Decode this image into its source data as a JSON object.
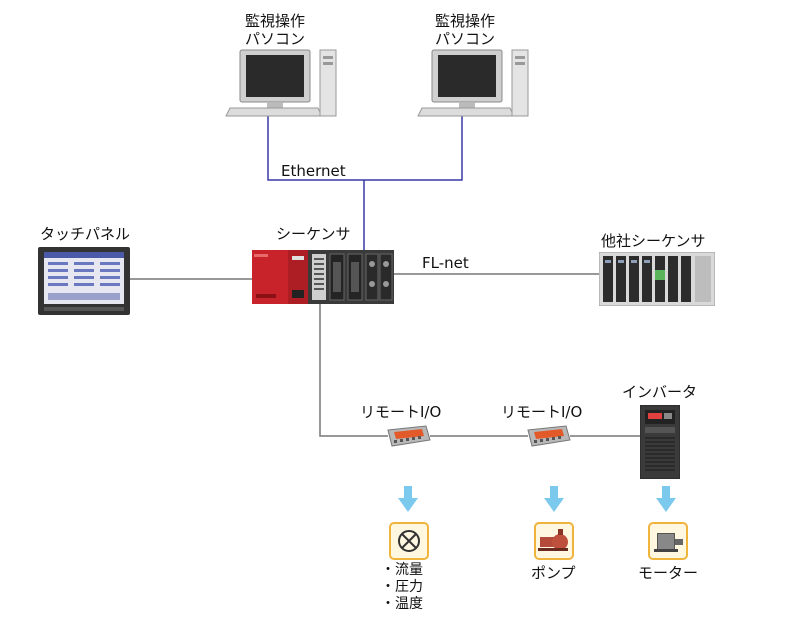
{
  "pc_left": {
    "line1": "監視操作",
    "line2": "パソコン"
  },
  "pc_right": {
    "line1": "監視操作",
    "line2": "パソコン"
  },
  "ethernet_label": "Ethernet",
  "touch_panel_label": "タッチパネル",
  "sequencer_label": "シーケンサ",
  "flnet_label": "FL-net",
  "other_sequencer_label": "他社シーケンサ",
  "remote_io_1_label": "リモートI/O",
  "remote_io_2_label": "リモートI/O",
  "inverter_label": "インバータ",
  "sensor_items": [
    "・流量",
    "・圧力",
    "・温度"
  ],
  "pump_label": "ポンプ",
  "motor_label": "モーター",
  "colors": {
    "ethernet_line": "#3a3aa8",
    "link_line": "#777777",
    "arrow": "#7cc9ee",
    "icon_border": "#f0b43c",
    "sequencer_red": "#c8222a"
  }
}
